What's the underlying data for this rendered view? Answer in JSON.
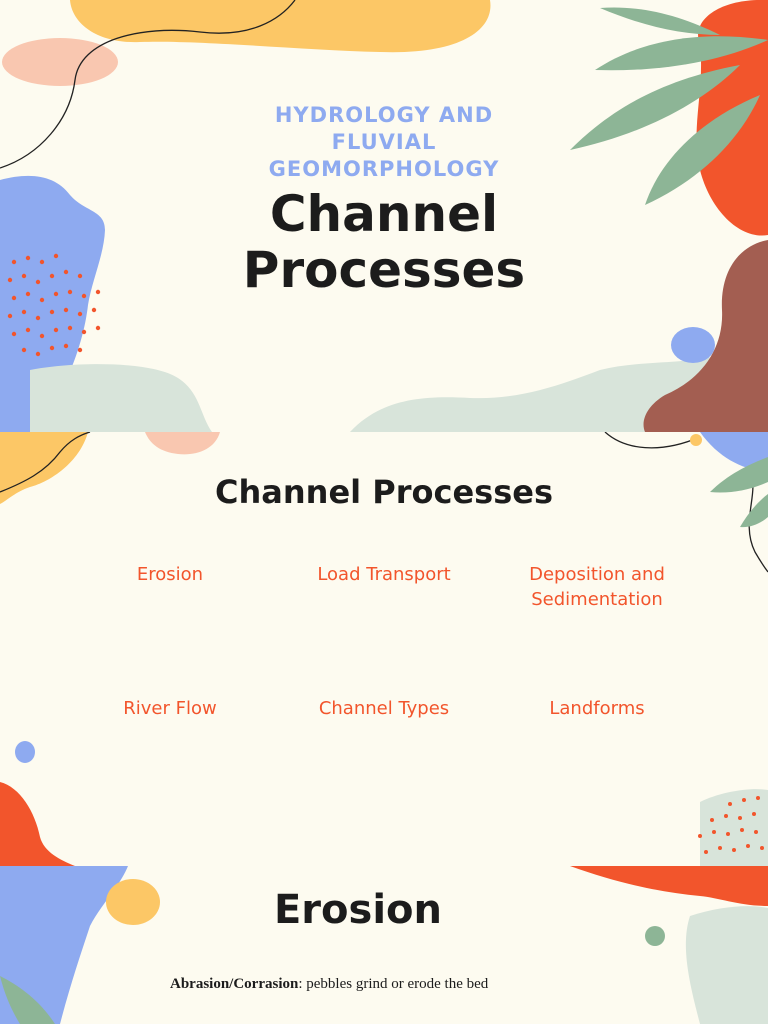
{
  "slide1": {
    "subtitle": "HYDROLOGY AND FLUVIAL GEOMORPHOLOGY",
    "title_line1": "Channel",
    "title_line2": "Processes"
  },
  "slide2": {
    "title": "Channel Processes",
    "topics": [
      {
        "label": "Erosion"
      },
      {
        "label": "Load Transport"
      },
      {
        "label": "Deposition and Sedimentation"
      },
      {
        "label": "River Flow"
      },
      {
        "label": "Channel Types"
      },
      {
        "label": "Landforms"
      }
    ]
  },
  "slide3": {
    "title": "Erosion",
    "abrasion_term": "Abrasion/Corrasion",
    "abrasion_text": ": pebbles grind or erode the bed"
  },
  "colors": {
    "background": "#fdfbf0",
    "accent_red": "#f2552c",
    "accent_blue": "#8eaaf0",
    "accent_yellow": "#fcc766",
    "leaf_green": "#8db596",
    "brown": "#a35e51",
    "mint": "#d8e4da"
  }
}
